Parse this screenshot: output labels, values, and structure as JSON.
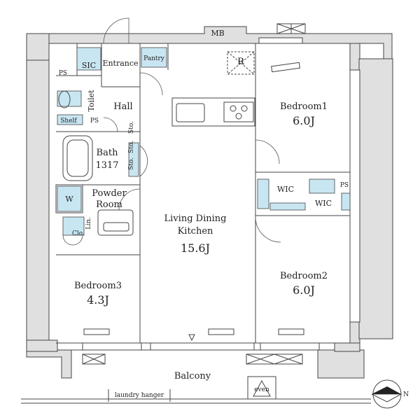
{
  "rooms": {
    "mb": "MB",
    "sic": "SIC",
    "entrance": "Entrance",
    "pantry": "Pantry",
    "ps_top": "PS",
    "r_mark": "R",
    "toilet": "Toilet",
    "hall": "Hall",
    "shelf": "Shelf",
    "ps_mid": "PS",
    "sto1": "Sto.",
    "sto2": "Sto.",
    "sto3": "Sto.",
    "bath": "Bath",
    "bath_size": "1317",
    "w_mark": "W",
    "powder": "Powder",
    "powder_room": "Room",
    "lin": "Lin.",
    "clo": "Clo.",
    "ldk_1": "Living Dining",
    "ldk_2": "Kitchen",
    "ldk_area": "15.6J",
    "bedroom1": "Bedroom1",
    "bedroom1_area": "6.0J",
    "wic1": "WIC",
    "wic2": "WIC",
    "ps_right": "PS",
    "bedroom2": "Bedroom2",
    "bedroom2_area": "6.0J",
    "bedroom3": "Bedroom3",
    "bedroom3_area": "4.3J",
    "balcony": "Balcony",
    "laundry": "laundry hanger",
    "even": "even",
    "north": "N"
  },
  "colors": {
    "wall_fill": "#e0e0e0",
    "storage_fill": "#c8e6f2",
    "line": "#444444"
  }
}
